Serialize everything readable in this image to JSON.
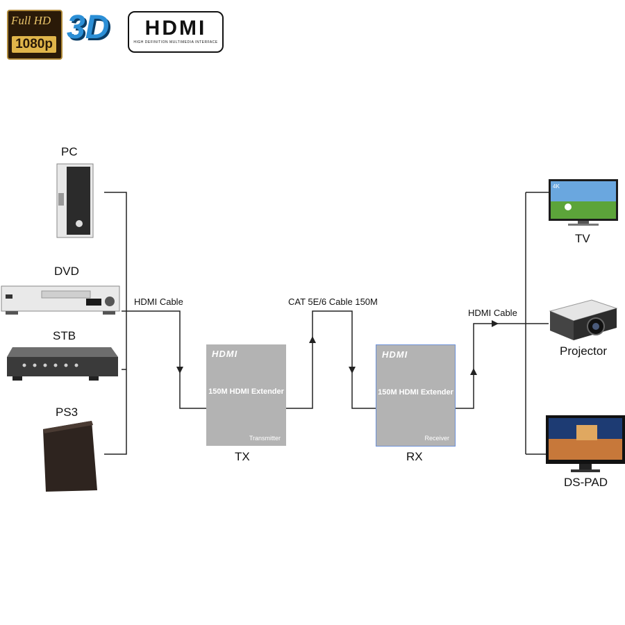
{
  "badges": {
    "fullhd_top": "Full HD",
    "fullhd_bottom": "1080p",
    "three_d": "3D",
    "hdmi_logo": "HDMI",
    "hdmi_tagline": "HIGH DEFINITION MULTIMEDIA INTERFACE"
  },
  "sources": [
    {
      "label": "PC",
      "icon": "pc-tower-icon"
    },
    {
      "label": "DVD",
      "icon": "dvd-player-icon"
    },
    {
      "label": "STB",
      "icon": "set-top-box-icon"
    },
    {
      "label": "PS3",
      "icon": "game-console-icon"
    }
  ],
  "displays": [
    {
      "label": "TV",
      "icon": "tv-icon",
      "screen_tag": "4K"
    },
    {
      "label": "Projector",
      "icon": "projector-icon"
    },
    {
      "label": "DS-PAD",
      "icon": "monitor-icon"
    }
  ],
  "cables": {
    "input": "HDMI Cable",
    "link": "CAT 5E/6 Cable 150M",
    "output": "HDMI Cable"
  },
  "tx": {
    "logo": "HDMI",
    "title": "150M HDMI Extender",
    "role": "Transmitter",
    "label": "TX"
  },
  "rx": {
    "logo": "HDMI",
    "title": "150M HDMI Extender",
    "role": "Receiver",
    "label": "RX"
  },
  "colors": {
    "wire": "#222222",
    "device_box": "#b3b3b3",
    "rx_border": "#6b8fd6"
  }
}
